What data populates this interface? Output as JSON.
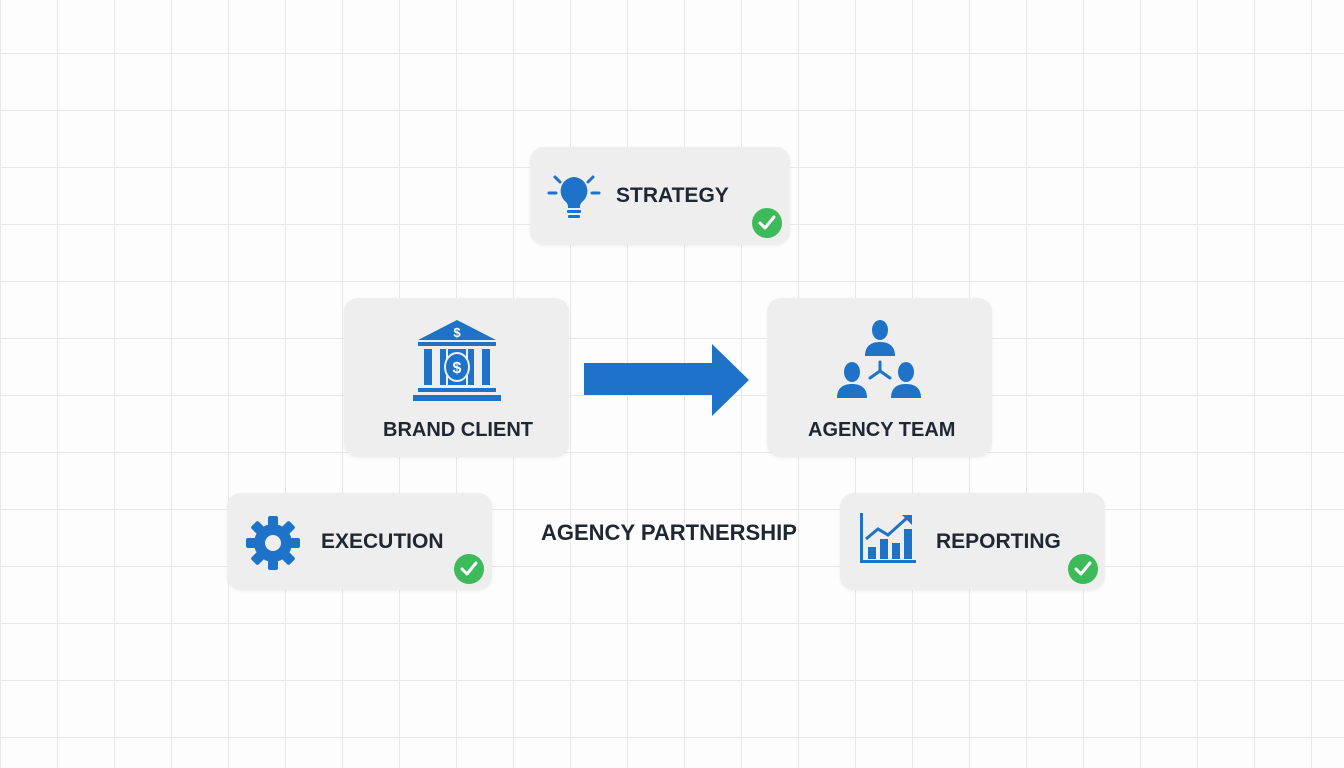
{
  "nodes": {
    "strategy": {
      "label": "STRATEGY",
      "icon": "lightbulb-icon",
      "completed": true
    },
    "brand_client": {
      "label": "BRAND CLIENT",
      "icon": "bank-dollar-icon"
    },
    "agency_team": {
      "label": "AGENCY TEAM",
      "icon": "team-network-icon"
    },
    "execution": {
      "label": "EXECUTION",
      "icon": "gear-icon",
      "completed": true
    },
    "reporting": {
      "label": "REPORTING",
      "icon": "growth-chart-icon",
      "completed": true
    }
  },
  "center_label": "AGENCY PARTNERSHIP",
  "colors": {
    "accent": "#1e73c8",
    "check": "#3dba5a",
    "card": "#eeeeee",
    "text": "#1f2733"
  }
}
